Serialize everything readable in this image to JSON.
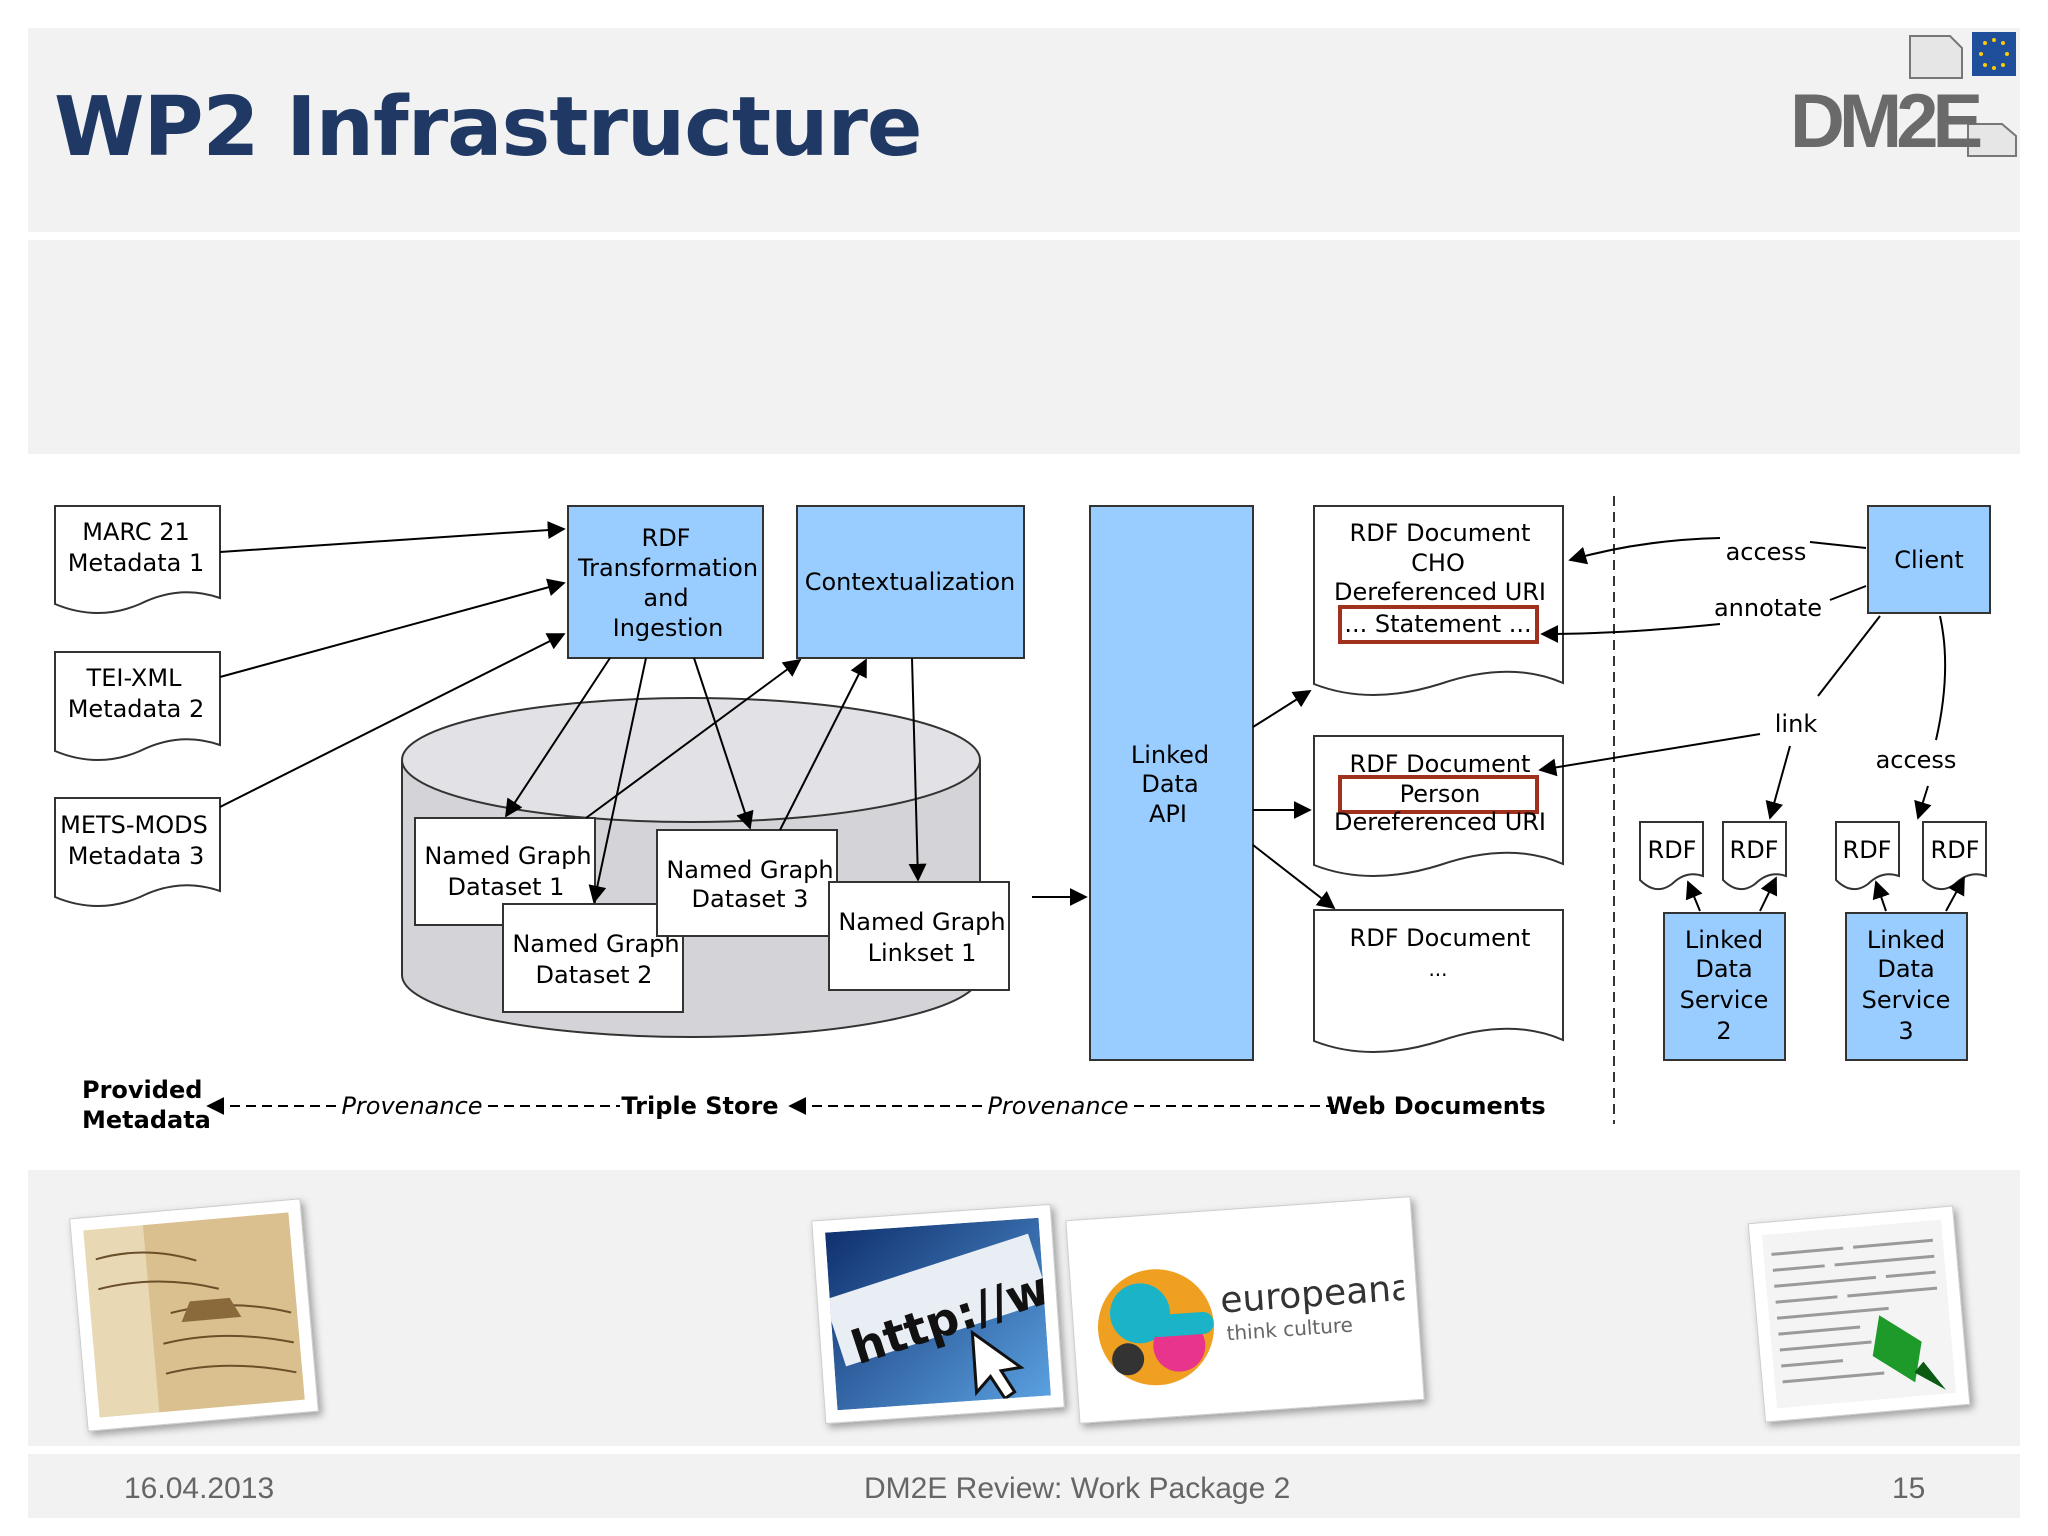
{
  "slide": {
    "title": "WP2 Infrastructure",
    "logo_text": "DM2E"
  },
  "diagram": {
    "sources": [
      {
        "line1": "MARC 21",
        "line2": "Metadata 1"
      },
      {
        "line1": "TEI-XML",
        "line2": "Metadata 2"
      },
      {
        "line1": "METS-MODS",
        "line2": "Metadata 3"
      }
    ],
    "rdf_transformation": [
      "RDF",
      "Transformation",
      "and",
      "Ingestion"
    ],
    "contextualization": "Contextualization",
    "named_graphs": [
      {
        "line1": "Named Graph",
        "line2": "Dataset 1"
      },
      {
        "line1": "Named Graph",
        "line2": "Dataset 2"
      },
      {
        "line1": "Named Graph",
        "line2": "Dataset 3"
      },
      {
        "line1": "Named Graph",
        "line2": "Linkset 1"
      }
    ],
    "linked_data_api": [
      "Linked",
      "Data",
      "API"
    ],
    "rdf_doc_cho": [
      "RDF Document",
      "CHO",
      "Dereferenced URI"
    ],
    "statement": "... Statement ...",
    "rdf_doc_person_title": "RDF Document",
    "person": "Person",
    "rdf_doc_person_uri": "Dereferenced URI",
    "rdf_doc_generic": [
      "RDF Document",
      "..."
    ],
    "client": "Client",
    "edge_labels": {
      "access1": "access",
      "annotate": "annotate",
      "link": "link",
      "access2": "access"
    },
    "rdf_small": [
      "RDF",
      "RDF",
      "RDF",
      "RDF"
    ],
    "ld_service_2": [
      "Linked",
      "Data",
      "Service",
      "2"
    ],
    "ld_service_3": [
      "Linked",
      "Data",
      "Service",
      "3"
    ],
    "bottom_row": {
      "provided_line1": "Provided",
      "provided_line2": "Metadata",
      "provenance1": "Provenance",
      "triple_store": "Triple Store",
      "provenance2": "Provenance",
      "web_documents": "Web Documents"
    }
  },
  "images": {
    "europeana_name": "europeana",
    "europeana_tagline": "think culture",
    "url_text": "http://www"
  },
  "footer": {
    "date": "16.04.2013",
    "center": "DM2E Review: Work Package 2",
    "page": "15"
  },
  "colors": {
    "title": "#1f3864",
    "box_blue": "#99ccff",
    "highlight": "#a0311c",
    "band": "#f2f2f2"
  }
}
